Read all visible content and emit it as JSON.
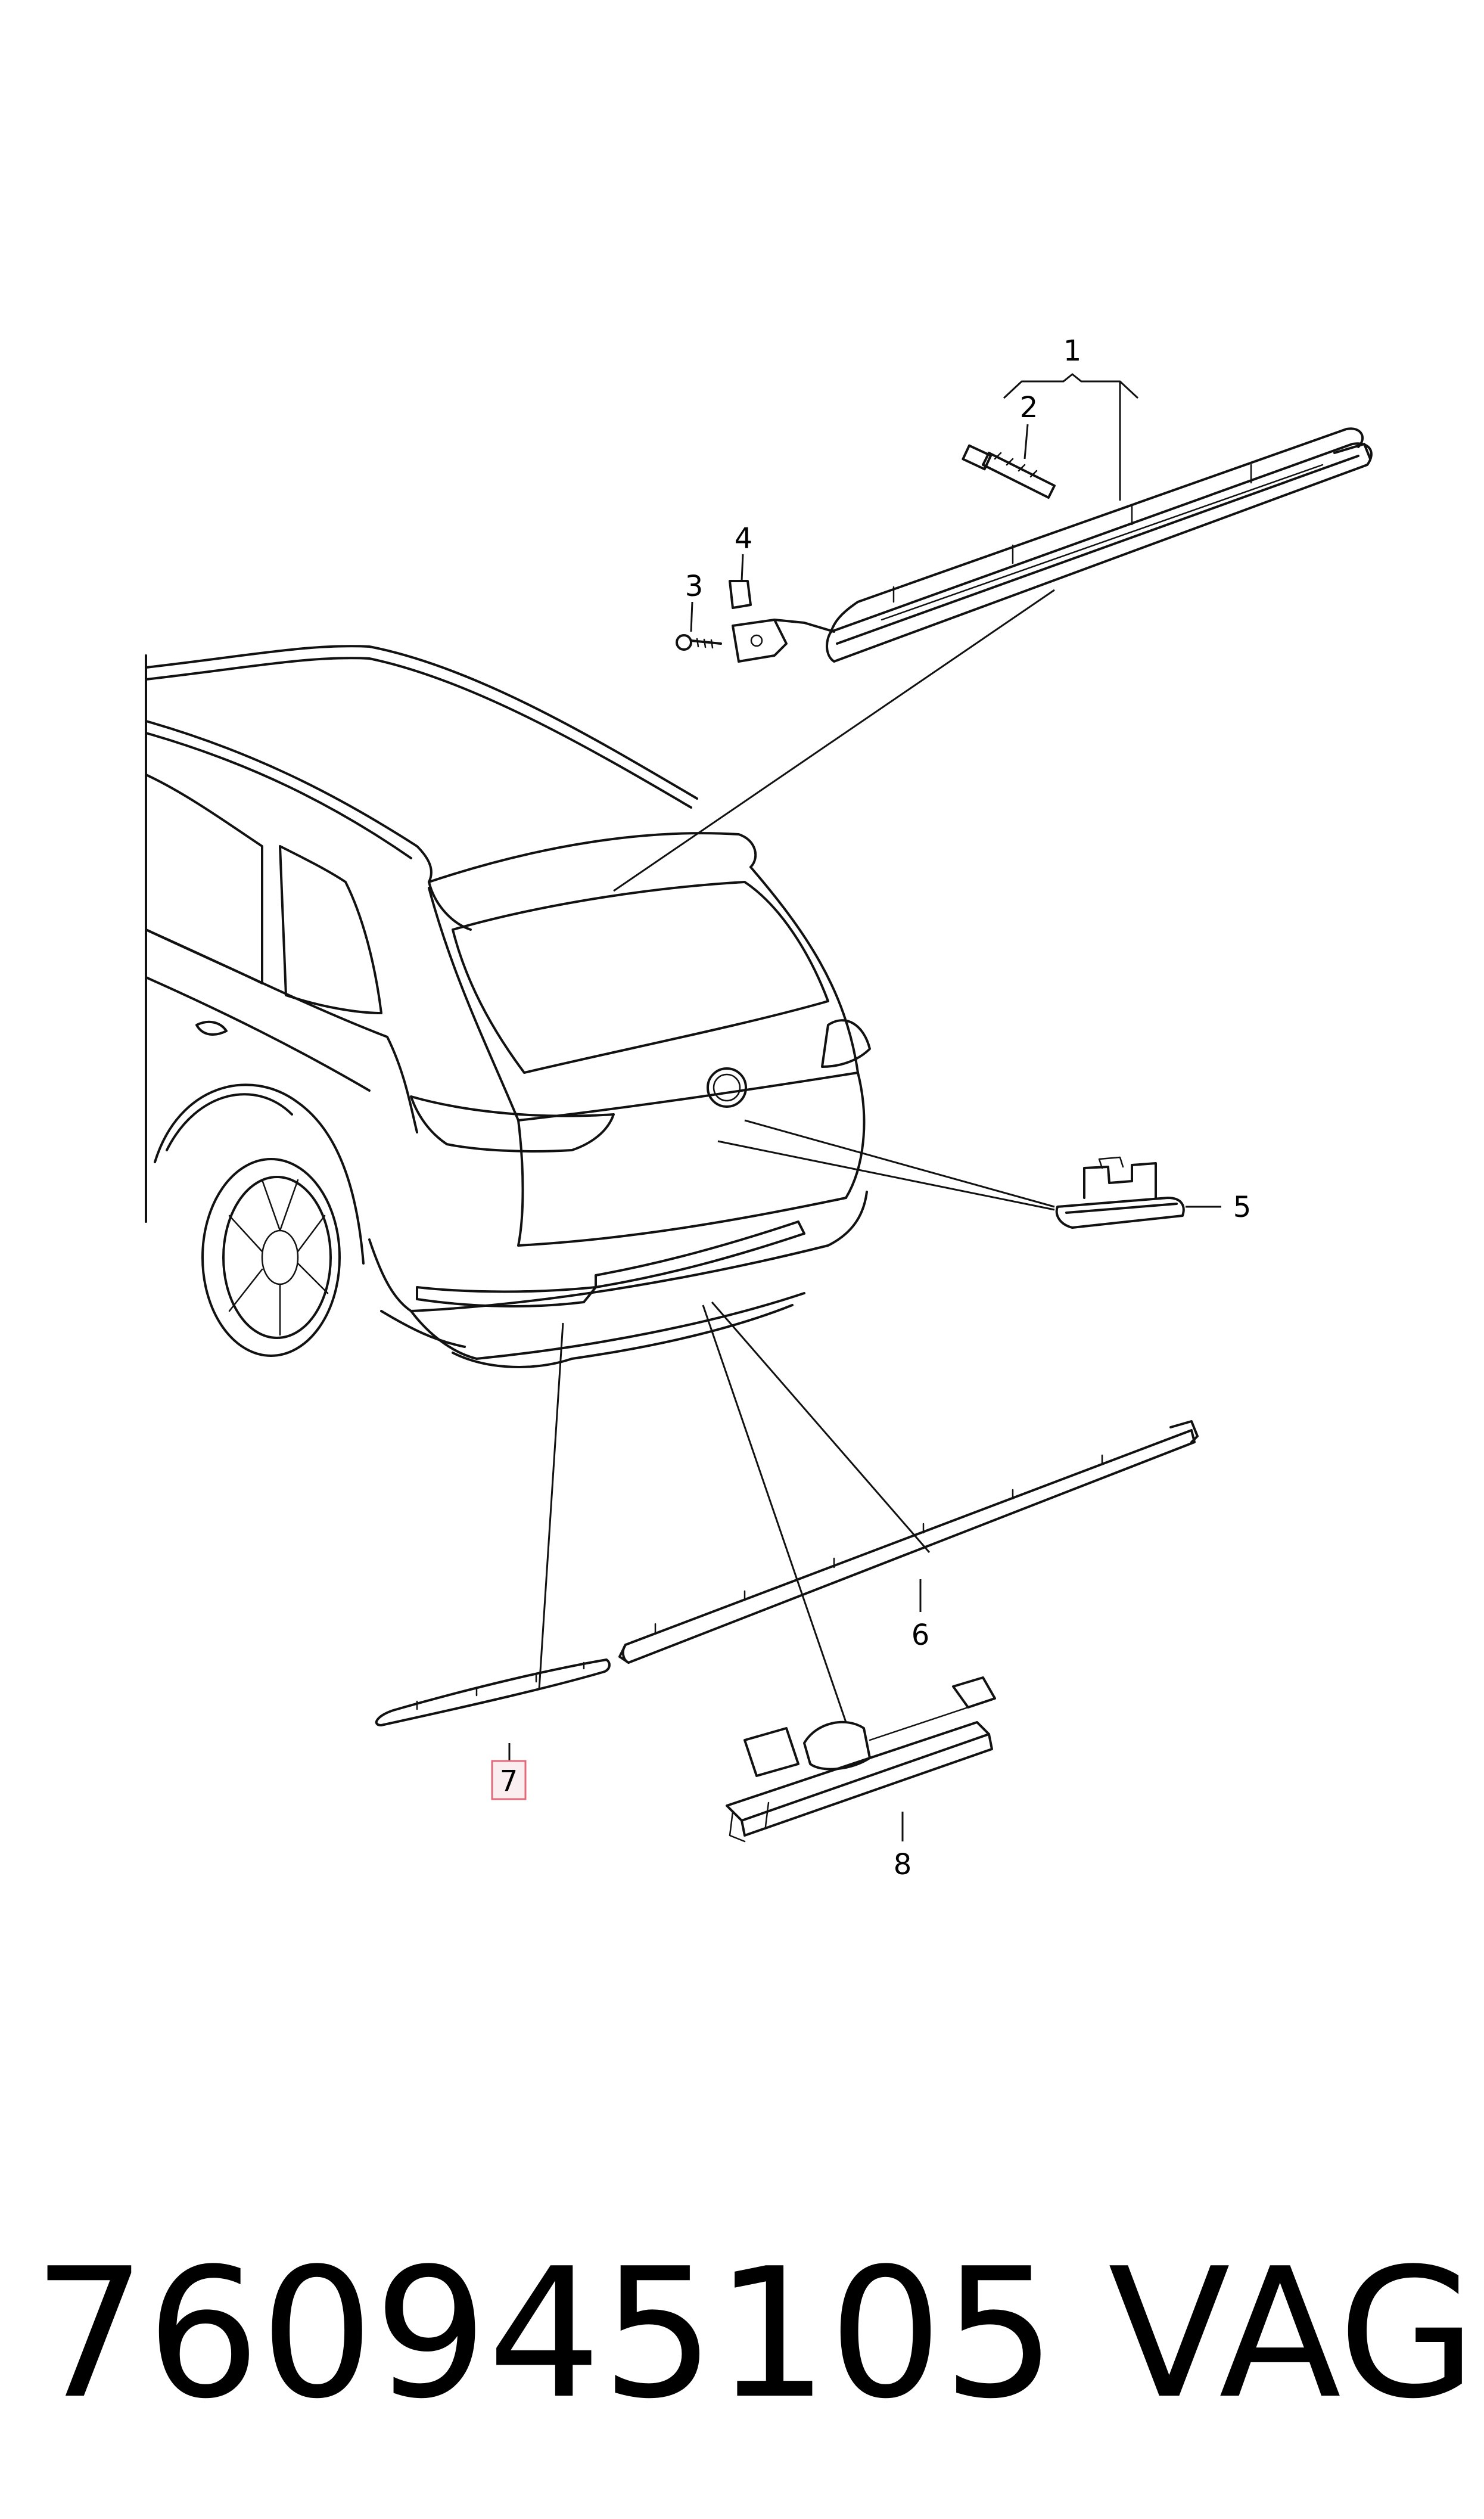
{
  "callouts": [
    {
      "id": "1",
      "label": "1"
    },
    {
      "id": "2",
      "label": "2"
    },
    {
      "id": "3",
      "label": "3"
    },
    {
      "id": "4",
      "label": "4"
    },
    {
      "id": "5",
      "label": "5"
    },
    {
      "id": "6",
      "label": "6"
    },
    {
      "id": "7",
      "label": "7",
      "highlighted": true
    },
    {
      "id": "8",
      "label": "8"
    }
  ],
  "footer": {
    "part_number": "760945105",
    "brand": "VAG"
  },
  "colors": {
    "line": "#111111",
    "highlight_box": "#e06a7a"
  }
}
